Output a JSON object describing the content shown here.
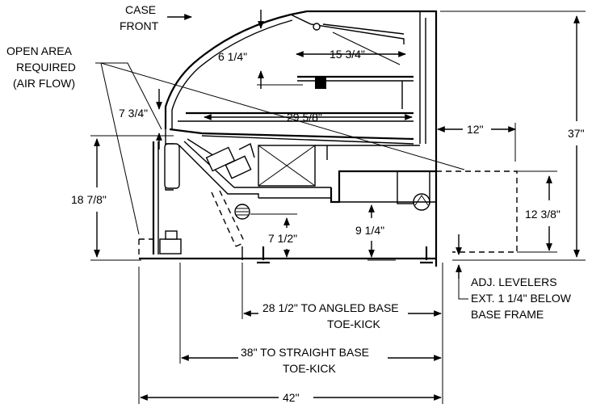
{
  "labels": {
    "case_front": [
      "CASE",
      "FRONT"
    ],
    "open_area": [
      "OPEN AREA",
      "REQUIRED",
      "(AIR FLOW)"
    ],
    "dim_6_1_4": "6 1/4\"",
    "dim_15_3_4": "15 3/4\"",
    "dim_7_3_4": "7 3/4\"",
    "dim_29_5_8": "29 5/8\"",
    "dim_12": "12\"",
    "dim_37": "37\"",
    "dim_18_7_8": "18 7/8\"",
    "dim_12_3_8": "12 3/8\"",
    "dim_9_1_4": "9 1/4\"",
    "dim_7_1_2": "7 1/2\"",
    "adj_levelers": [
      "ADJ. LEVELERS",
      "EXT. 1 1/4\" BELOW",
      "BASE FRAME"
    ],
    "angled_base": [
      "28 1/2\" TO ANGLED BASE",
      "TOE-KICK"
    ],
    "straight_base": [
      "38\" TO STRAIGHT BASE",
      "TOE-KICK"
    ],
    "dim_42": "42\""
  }
}
